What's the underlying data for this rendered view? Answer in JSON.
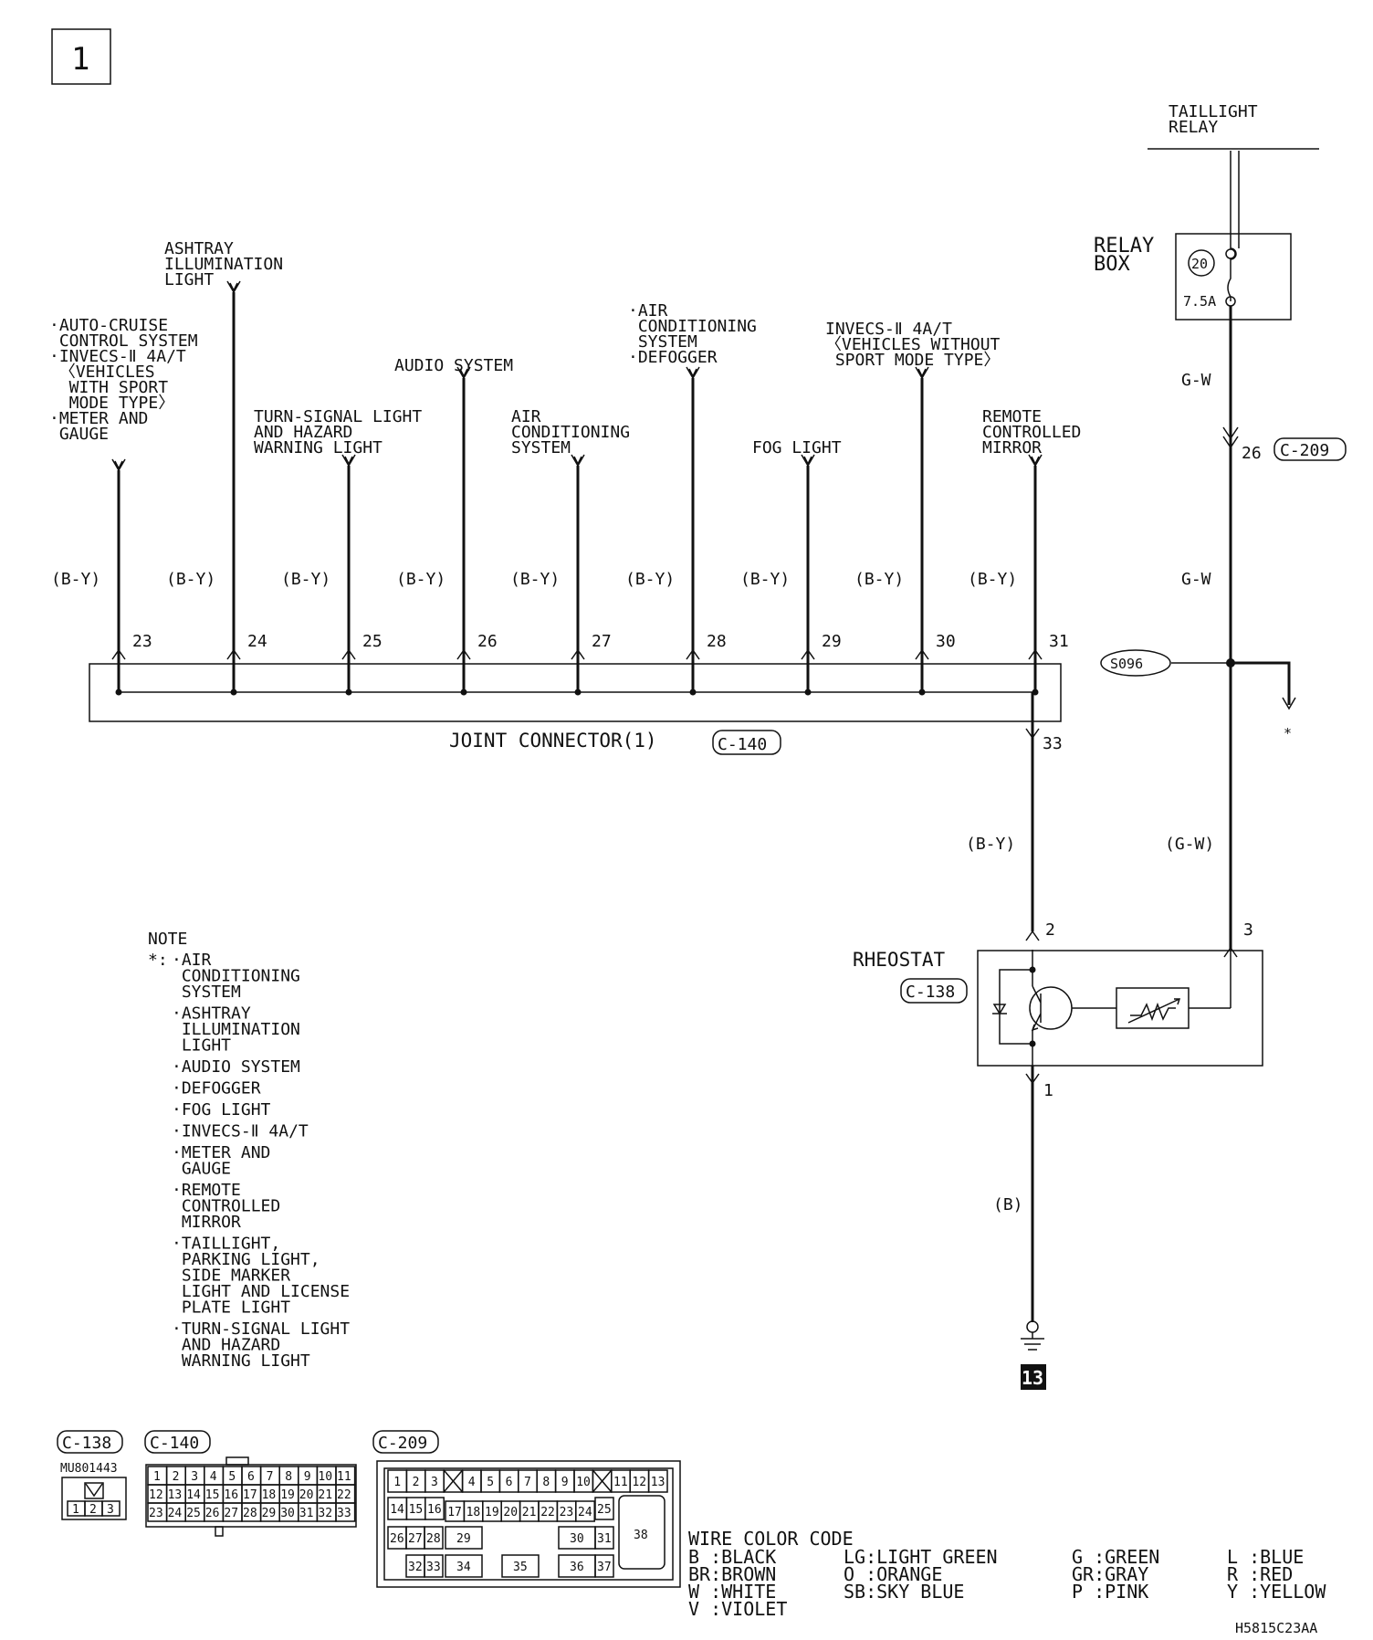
{
  "page_number": "1",
  "diagram_id": "H5815C23AA",
  "taillight_relay": "TAILLIGHT\nRELAY",
  "relay_box": {
    "label": "RELAY\nBOX",
    "fuse_number": "20",
    "fuse_rating": "7.5A"
  },
  "wire_top": "G-W",
  "wire_mid": "G-W",
  "c209_pin": "26",
  "c209_conn": "C-209",
  "splice": "S096",
  "asterisk": "*",
  "branches": [
    {
      "label": "·AUTO-CRUISE\n CONTROL SYSTEM\n·INVECS-Ⅱ 4A/T\n 〈VEHICLES\n  WITH SPORT\n  MODE TYPE〉\n·METER AND\n GAUGE",
      "wire": "(B-Y)",
      "pin": "23"
    },
    {
      "label": "ASHTRAY\nILLUMINATION\nLIGHT",
      "wire": "(B-Y)",
      "pin": "24"
    },
    {
      "label": "TURN-SIGNAL LIGHT\nAND HAZARD\nWARNING LIGHT",
      "wire": "(B-Y)",
      "pin": "25"
    },
    {
      "label": "AUDIO SYSTEM",
      "wire": "(B-Y)",
      "pin": "26"
    },
    {
      "label": "AIR\nCONDITIONING\nSYSTEM",
      "wire": "(B-Y)",
      "pin": "27"
    },
    {
      "label": "·AIR\n CONDITIONING\n SYSTEM\n·DEFOGGER",
      "wire": "(B-Y)",
      "pin": "28"
    },
    {
      "label": "FOG LIGHT",
      "wire": "(B-Y)",
      "pin": "29"
    },
    {
      "label": "INVECS-Ⅱ 4A/T\n〈VEHICLES WITHOUT\n SPORT MODE TYPE〉",
      "wire": "(B-Y)",
      "pin": "30"
    },
    {
      "label": "REMOTE\nCONTROLLED\nMIRROR",
      "wire": "(B-Y)",
      "pin": "31"
    }
  ],
  "joint_connector": {
    "label": "JOINT CONNECTOR(1)",
    "conn": "C-140",
    "out_pin": "33"
  },
  "wire_out": "(B-Y)",
  "wire_gw_low": "(G-W)",
  "rheostat": {
    "label": "RHEOSTAT",
    "conn": "C-138",
    "pin2": "2",
    "pin3": "3",
    "pin1": "1"
  },
  "ground_wire": "(B)",
  "ground_number": "13",
  "note_title": "NOTE",
  "note_prefix": "*:",
  "note_items": [
    "·AIR\n CONDITIONING\n SYSTEM",
    "·ASHTRAY\n ILLUMINATION\n LIGHT",
    "·AUDIO SYSTEM",
    "·DEFOGGER",
    "·FOG LIGHT",
    "·INVECS-Ⅱ 4A/T",
    "·METER AND\n GAUGE",
    "·REMOTE\n CONTROLLED\n MIRROR",
    "·TAILLIGHT,\n PARKING LIGHT,\n SIDE MARKER\n LIGHT AND LICENSE\n PLATE LIGHT",
    "·TURN-SIGNAL LIGHT\n AND HAZARD\n WARNING LIGHT"
  ],
  "connectors": {
    "c138": {
      "label": "C-138",
      "part": "MU801443",
      "pins": [
        "1",
        "2",
        "3"
      ]
    },
    "c140": {
      "label": "C-140",
      "rows": [
        [
          "1",
          "2",
          "3",
          "4",
          "5",
          "6",
          "7",
          "8",
          "9",
          "10",
          "11"
        ],
        [
          "12",
          "13",
          "14",
          "15",
          "16",
          "17",
          "18",
          "19",
          "20",
          "21",
          "22"
        ],
        [
          "23",
          "24",
          "25",
          "26",
          "27",
          "28",
          "29",
          "30",
          "31",
          "32",
          "33"
        ]
      ]
    },
    "c209": {
      "label": "C-209",
      "row1": [
        "1",
        "2",
        "3",
        "",
        "4",
        "5",
        "6",
        "7",
        "8",
        "9",
        "10",
        "",
        "11",
        "12",
        "13"
      ],
      "row2a": [
        "14",
        "15",
        "16"
      ],
      "row2b": [
        "17",
        "18",
        "19",
        "20",
        "21",
        "22",
        "23",
        "24"
      ],
      "p25": "25",
      "row3": [
        "26",
        "27",
        "28",
        "29",
        "30",
        "31"
      ],
      "row4": [
        "32",
        "33",
        "34",
        "35",
        "36",
        "37"
      ],
      "p38": "38"
    }
  },
  "color_code": {
    "title": "WIRE COLOR CODE",
    "columns": [
      [
        "B :BLACK",
        "BR:BROWN",
        "W :WHITE",
        "V :VIOLET"
      ],
      [
        "LG:LIGHT GREEN",
        "O :ORANGE",
        "SB:SKY BLUE"
      ],
      [
        "G :GREEN",
        "GR:GRAY",
        "P :PINK"
      ],
      [
        "L :BLUE",
        "R :RED",
        "Y :YELLOW"
      ]
    ]
  }
}
